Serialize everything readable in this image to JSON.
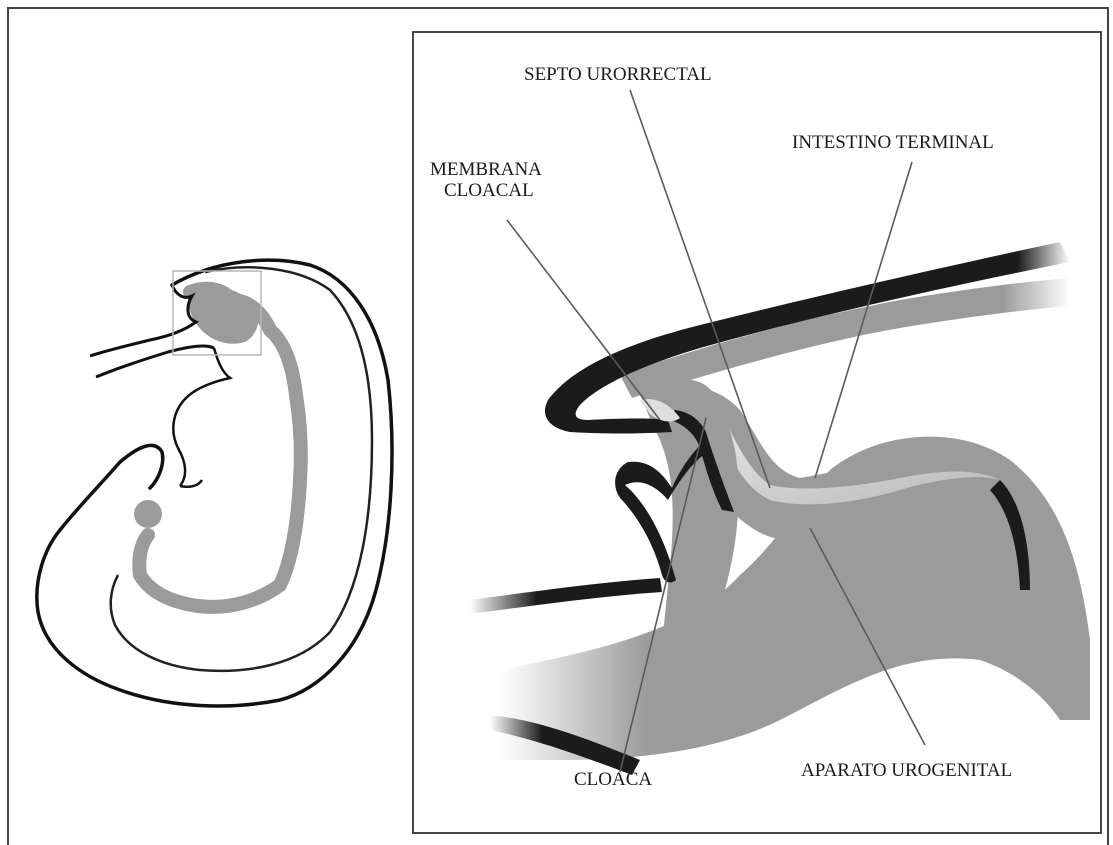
{
  "labels": {
    "septo_urorrectal": "SEPTO URORRECTAL",
    "intestino_terminal": "INTESTINO TERMINAL",
    "membrana_line1": "MEMBRANA",
    "membrana_line2": "CLOACAL",
    "cloaca": "CLOACA",
    "aparato_urogenital": "APARATO UROGENITAL"
  },
  "colors": {
    "black_tissue": "#1b1b1b",
    "gray_tissue": "#9b9b9b",
    "light_tissue": "#cfcfcf",
    "leader_line": "#5a5a5a",
    "frame": "#444444"
  },
  "icons": [
    "embryo-overview-illustration",
    "cloaca-detail-illustration"
  ]
}
